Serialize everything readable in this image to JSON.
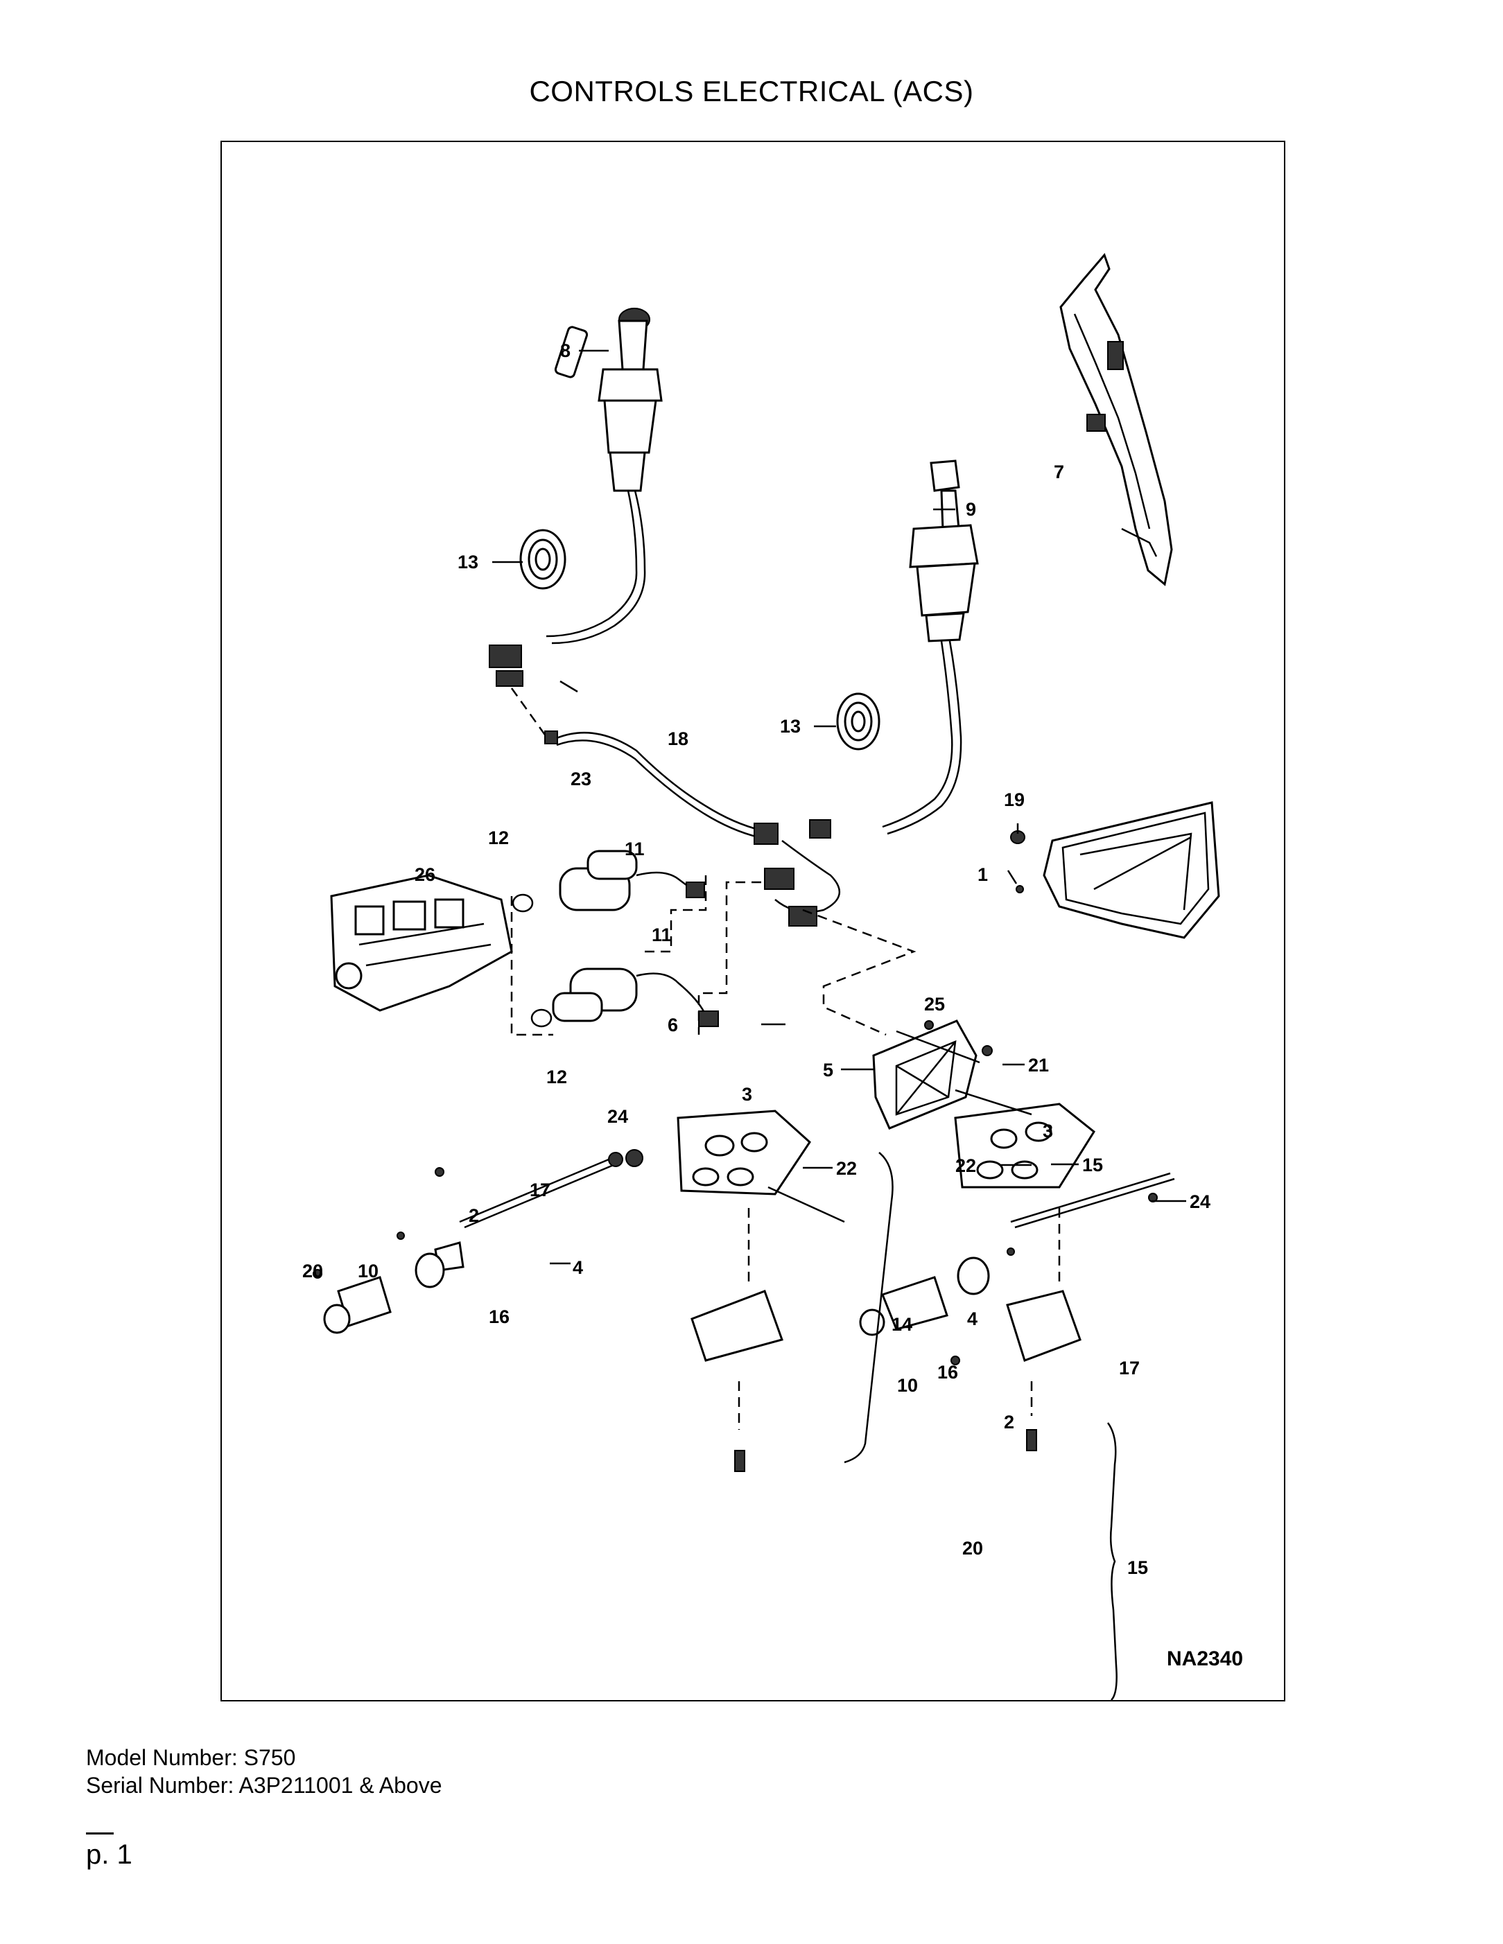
{
  "page": {
    "title": "CONTROLS ELECTRICAL (ACS)",
    "figure_id": "NA2340",
    "model_line": "Model Number: S750",
    "serial_line": "Serial Number: A3P211001 & Above",
    "page_label": "p. 1"
  },
  "callouts": {
    "c1": "1",
    "c2a": "2",
    "c2b": "2",
    "c3a": "3",
    "c3b": "3",
    "c4a": "4",
    "c4b": "4",
    "c5": "5",
    "c6": "6",
    "c7": "7",
    "c8": "8",
    "c9": "9",
    "c10a": "10",
    "c10b": "10",
    "c11a": "11",
    "c11b": "11",
    "c12a": "12",
    "c12b": "12",
    "c13a": "13",
    "c13b": "13",
    "c14": "14",
    "c15a": "15",
    "c15b": "15",
    "c16a": "16",
    "c16b": "16",
    "c17a": "17",
    "c17b": "17",
    "c18": "18",
    "c19": "19",
    "c20a": "20",
    "c20b": "20",
    "c21": "21",
    "c22a": "22",
    "c22b": "22",
    "c23": "23",
    "c24a": "24",
    "c24b": "24",
    "c25": "25",
    "c26": "26"
  }
}
